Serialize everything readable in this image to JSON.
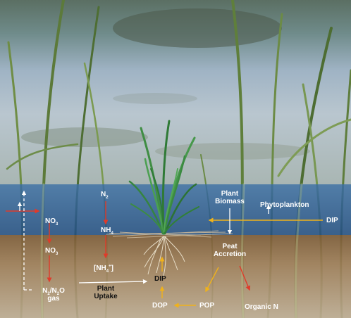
{
  "labels": {
    "n2": "N",
    "n2_sub": "2",
    "no3_top": "NO",
    "no3_top_sub": "3",
    "nh4_top": "NH",
    "nh4_top_sub": "4",
    "no3_mid": "NO",
    "no3_mid_sub": "3",
    "nh4_bracket_open": "[NH",
    "nh4_bracket_sub": "4",
    "nh4_bracket_sup": "+",
    "nh4_bracket_close": "]",
    "n2_n2o_line1_a": "N",
    "n2_n2o_line1_sub1": "2",
    "n2_n2o_line1_b": "/N",
    "n2_n2o_line1_sub2": "2",
    "n2_n2o_line1_c": "O",
    "n2_n2o_line2": "gas",
    "plant_uptake_line1": "Plant",
    "plant_uptake_line2": "Uptake",
    "dip_sediment": "DIP",
    "plant_biomass_line1": "Plant",
    "plant_biomass_line2": "Biomass",
    "phytoplankton": "Phytoplankton",
    "dip_water": "DIP",
    "peat_accretion_line1": "Peat",
    "peat_accretion_line2": "Accretion",
    "pop": "POP",
    "dop": "DOP",
    "organic_n": "Organic N"
  },
  "colors": {
    "nitrogen_arrow": "#e03a2a",
    "phosphorus_arrow": "#f0b21a",
    "neutral_arrow": "#ffffff",
    "water_band": "#2f5f95",
    "sediment_band": "#8a6a44",
    "sky_water": "#b8c8d6"
  }
}
